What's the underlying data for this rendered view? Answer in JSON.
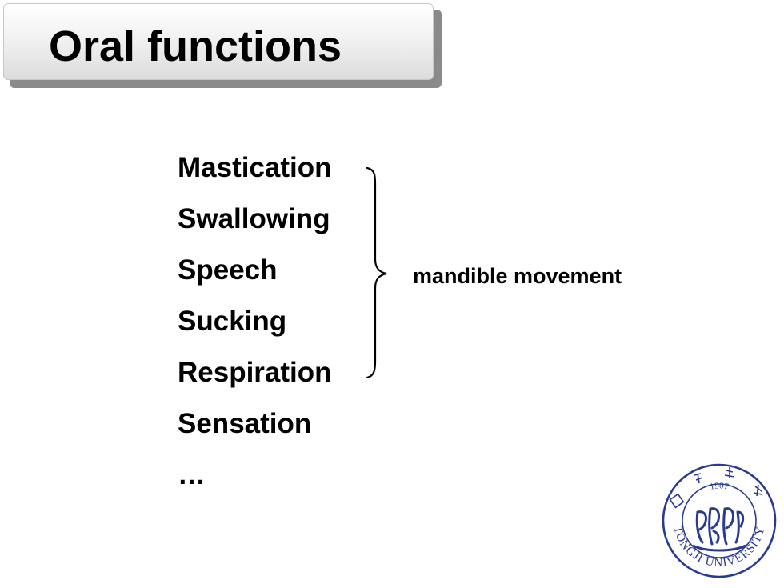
{
  "slide": {
    "title": "Oral functions",
    "functions": [
      "Mastication",
      "Swallowing",
      "Speech",
      "Sucking",
      "Respiration",
      "Sensation",
      "…"
    ],
    "brace_label": "mandible movement",
    "logo": {
      "year": "1907",
      "name": "TONGJI UNIVERSITY",
      "icon": "tongji-university-seal"
    },
    "colors": {
      "text": "#000000",
      "logo": "#2a3a8c",
      "title_shadow": "#8a8a8a"
    }
  }
}
